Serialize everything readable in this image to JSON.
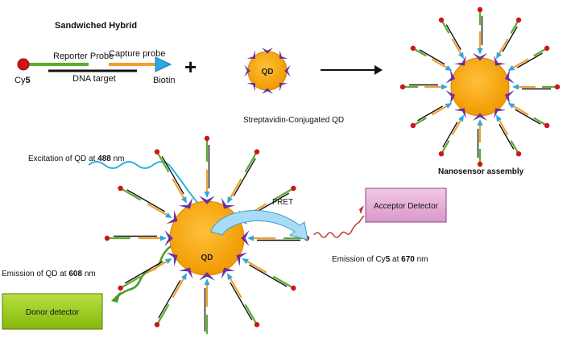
{
  "top": {
    "title": "Sandwiched Hybrid",
    "reporter_probe": "Reporter Probe",
    "capture_probe": "Capture probe",
    "dye": "Cy",
    "dye_num": "5",
    "dna_target": "DNA target",
    "biotin": "Biotin",
    "plus": "+",
    "qd": "QD",
    "streptavidin_qd": "Streptavidin-Conjugated QD",
    "nanosensor": "Nanosensor assembly"
  },
  "bottom": {
    "excitation_prefix": "Excitation of QD at ",
    "excitation_value": "488",
    "excitation_unit": " nm",
    "fret": "FRET",
    "qd": "QD",
    "acceptor_detector": "Acceptor Detector",
    "emission_cy5_prefix": "Emission of Cy",
    "emission_cy5_num": "5",
    "emission_cy5_mid": " at ",
    "emission_cy5_value": "670",
    "emission_cy5_unit": " nm",
    "emission_qd_prefix": "Emission of QD at ",
    "emission_qd_value": "608",
    "emission_qd_unit": " nm",
    "donor_detector": "Donor detector"
  },
  "colors": {
    "qd": "#f5a000",
    "streptavidin": "#6a2fa0",
    "reporter": "#5aae2b",
    "capture": "#f0a030",
    "biotin": "#2aa8e0",
    "cy5": "#d0121b",
    "acceptor_box": "#e6b0d8",
    "donor_box": "#9bcc1a"
  }
}
